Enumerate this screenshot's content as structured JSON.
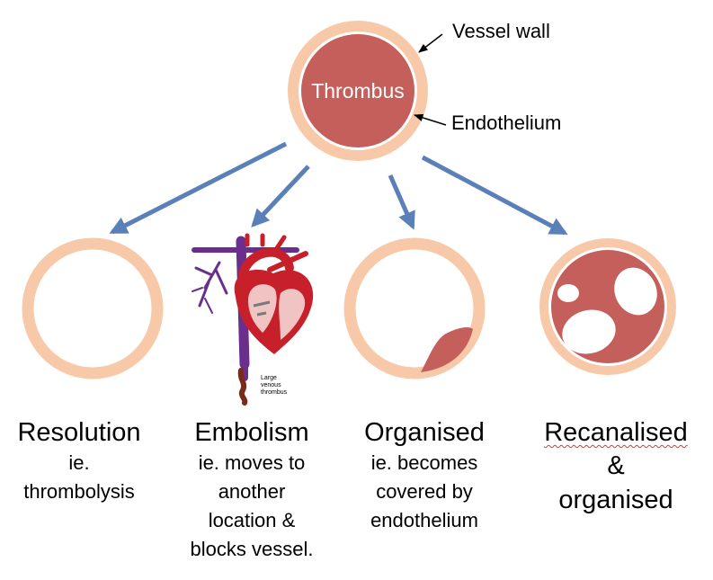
{
  "colors": {
    "wall": "#f8c9a8",
    "clot": "#c45f5b",
    "arrow": "#5b80b8",
    "vein": "#6a2f8c",
    "artery": "#c8202a"
  },
  "top": {
    "label": "Thrombus",
    "vessel_wall": "Vessel wall",
    "endothelium": "Endothelium"
  },
  "outcomes": [
    {
      "title": "Resolution",
      "desc": [
        "ie.",
        "thrombolysis"
      ]
    },
    {
      "title": "Embolism",
      "desc": [
        "ie. moves to",
        "another",
        "location &",
        "blocks vessel."
      ],
      "caption": [
        "Large",
        "venous",
        "thrombus"
      ]
    },
    {
      "title": "Organised",
      "desc": [
        "ie. becomes",
        "covered by",
        "endothelium"
      ]
    },
    {
      "title": "Recanalised",
      "desc": [
        "&",
        "organised"
      ]
    }
  ]
}
